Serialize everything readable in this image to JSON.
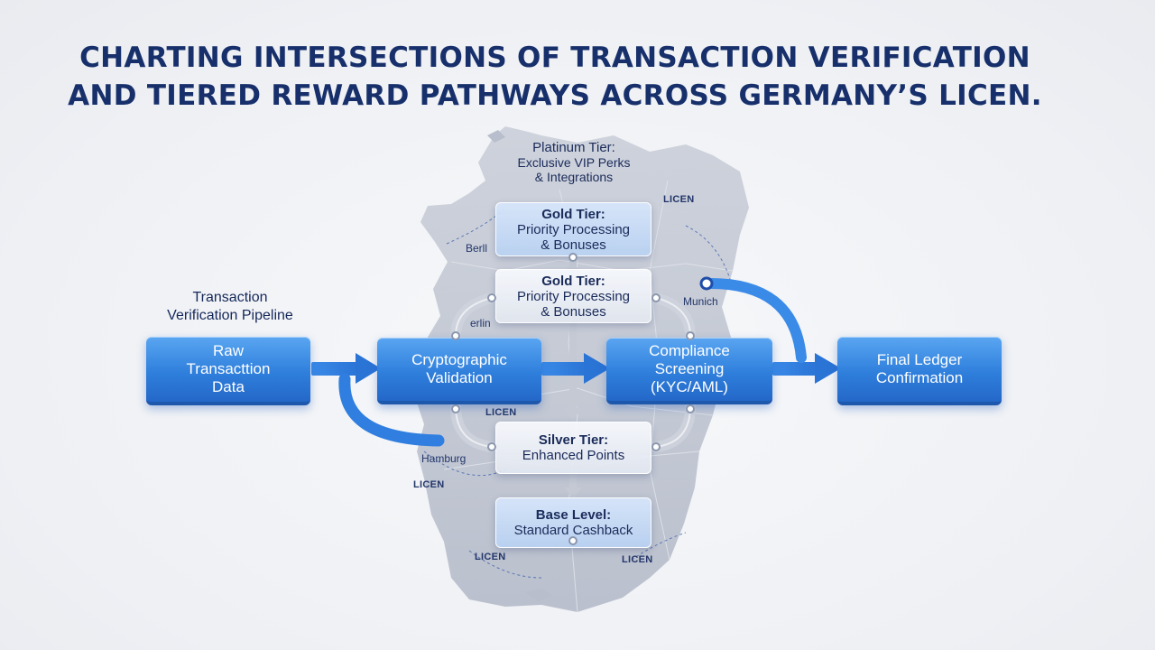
{
  "title": {
    "line1": "CHARTING INTERSECTIONS OF TRANSACTION VERIFICATION",
    "line2": "AND TIERED REWARD PATHWAYS ACROSS GERMANY’S LICEN."
  },
  "pipeline_caption": {
    "line1": "Transaction",
    "line2": "Verification Pipeline"
  },
  "stages": {
    "raw": [
      "Raw",
      "Transacttion",
      "Data"
    ],
    "crypto": [
      "Cryptographic",
      "Validation"
    ],
    "compliance": [
      "Compliance",
      "Screening",
      "(KYC/AML)"
    ],
    "final": [
      "Final Ledger",
      "Confirmation"
    ]
  },
  "tiers": {
    "platinum": {
      "name": "Platinum Tier:",
      "line1": "Exclusive VIP Perks",
      "line2": "& Integrations"
    },
    "gold_a": {
      "name": "Gold Tier:",
      "line1": "Priority Processing",
      "line2": "& Bonuses"
    },
    "gold_b": {
      "name": "Gold Tier:",
      "line1": "Priority Processing",
      "line2": "& Bonuses"
    },
    "silver": {
      "name": "Silver Tier:",
      "line1": "Enhanced Points"
    },
    "base": {
      "name": "Base Level:",
      "line1": "Standard Cashback"
    }
  },
  "map_labels": {
    "licen_top": "LICEN",
    "berlin_top": "Berll",
    "munich": "Munich",
    "berlin_mid": "erlin",
    "licen_mid": "LICEN",
    "hamburg": "Hamburg",
    "licen_left": "LICEN",
    "licen_bottom_left": "LICEN",
    "licen_bottom_right": "LICEN"
  },
  "colors": {
    "title": "#17306b",
    "stage_blue": "#2f7fdc",
    "arrow_blue": "#2f7ee0",
    "map_fill": "#b9bfcc",
    "text_dark": "#1a2b5a"
  }
}
